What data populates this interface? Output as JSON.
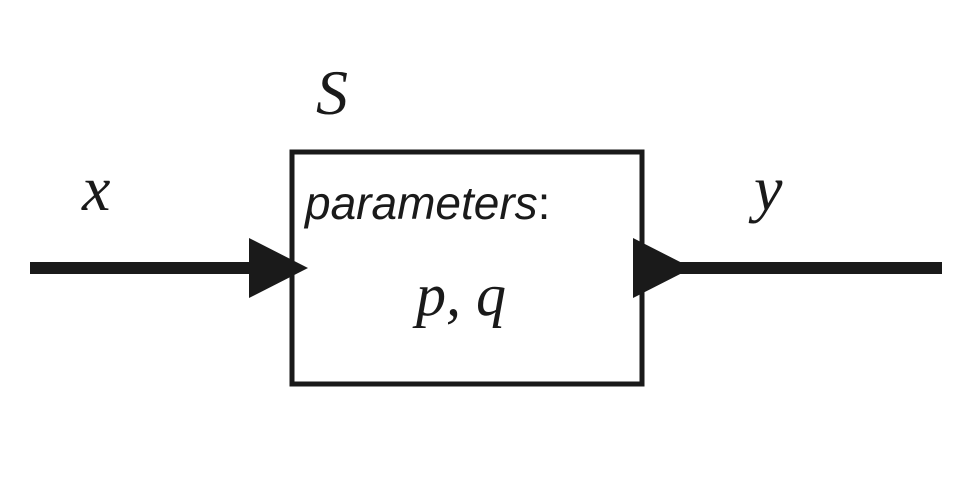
{
  "system": {
    "name": "S",
    "params_label": "parameters",
    "params_colon": ":",
    "params_values": "p, q"
  },
  "signals": {
    "input": "x",
    "output": "y"
  },
  "colors": {
    "stroke": "#1a1a1a",
    "background": "#ffffff"
  }
}
